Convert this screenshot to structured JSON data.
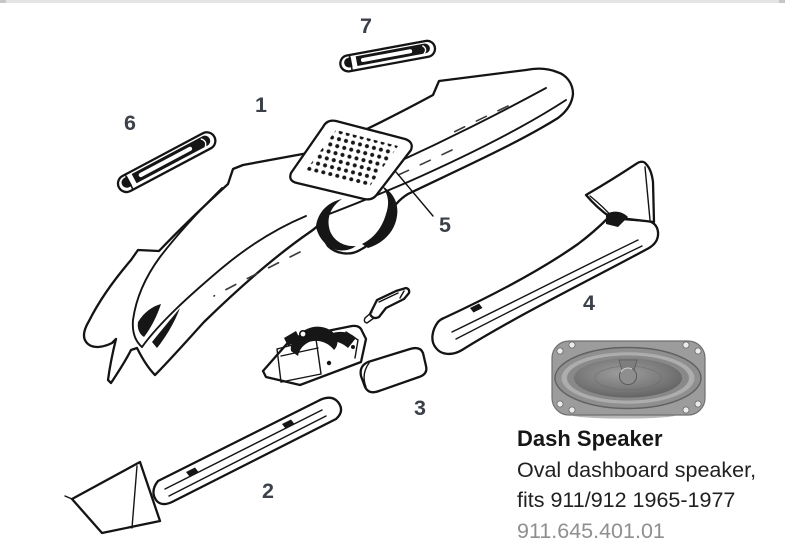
{
  "diagram": {
    "description": "Exploded line drawing of a Porsche 911/912 dashboard with numbered parts",
    "labels": [
      {
        "part": "dash-pad",
        "text": "1"
      },
      {
        "part": "lower-trim-left",
        "text": "2"
      },
      {
        "part": "pad-section",
        "text": "3"
      },
      {
        "part": "lower-trim-right",
        "text": "4"
      },
      {
        "part": "speaker-grille",
        "text": "5"
      },
      {
        "part": "defroster-vent-left",
        "text": "6"
      },
      {
        "part": "defroster-vent-right",
        "text": "7"
      }
    ]
  },
  "product": {
    "title": "Dash Speaker",
    "description_line1": "Oval dashboard speaker,",
    "description_line2": "fits 911/912 1965-1977",
    "part_number": "911.645.401.01"
  },
  "colors": {
    "line_color": "#141414",
    "label_color": "#3c4049",
    "title_color": "#161616",
    "body_text_color": "#212121",
    "part_number_color": "#8f8f8f",
    "speaker_flange_gray": "#9c9c9c",
    "speaker_cone_dark": "#585858",
    "top_edge_gray": "#e4e4e4",
    "background": "#ffffff"
  }
}
